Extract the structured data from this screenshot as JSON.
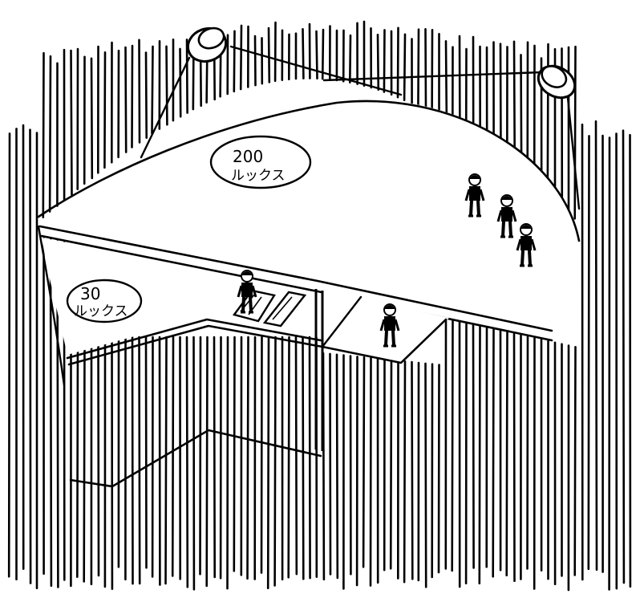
{
  "illumination_labels": {
    "lit_area": {
      "value": "200",
      "unit": "ルックス"
    },
    "shaded_area": {
      "value": "30",
      "unit": "ルックス"
    }
  },
  "colors": {
    "ink": "#000000",
    "paper": "#ffffff"
  },
  "icons": {
    "floodlight": "floodlight-icon",
    "worker": "worker-figure-icon"
  }
}
